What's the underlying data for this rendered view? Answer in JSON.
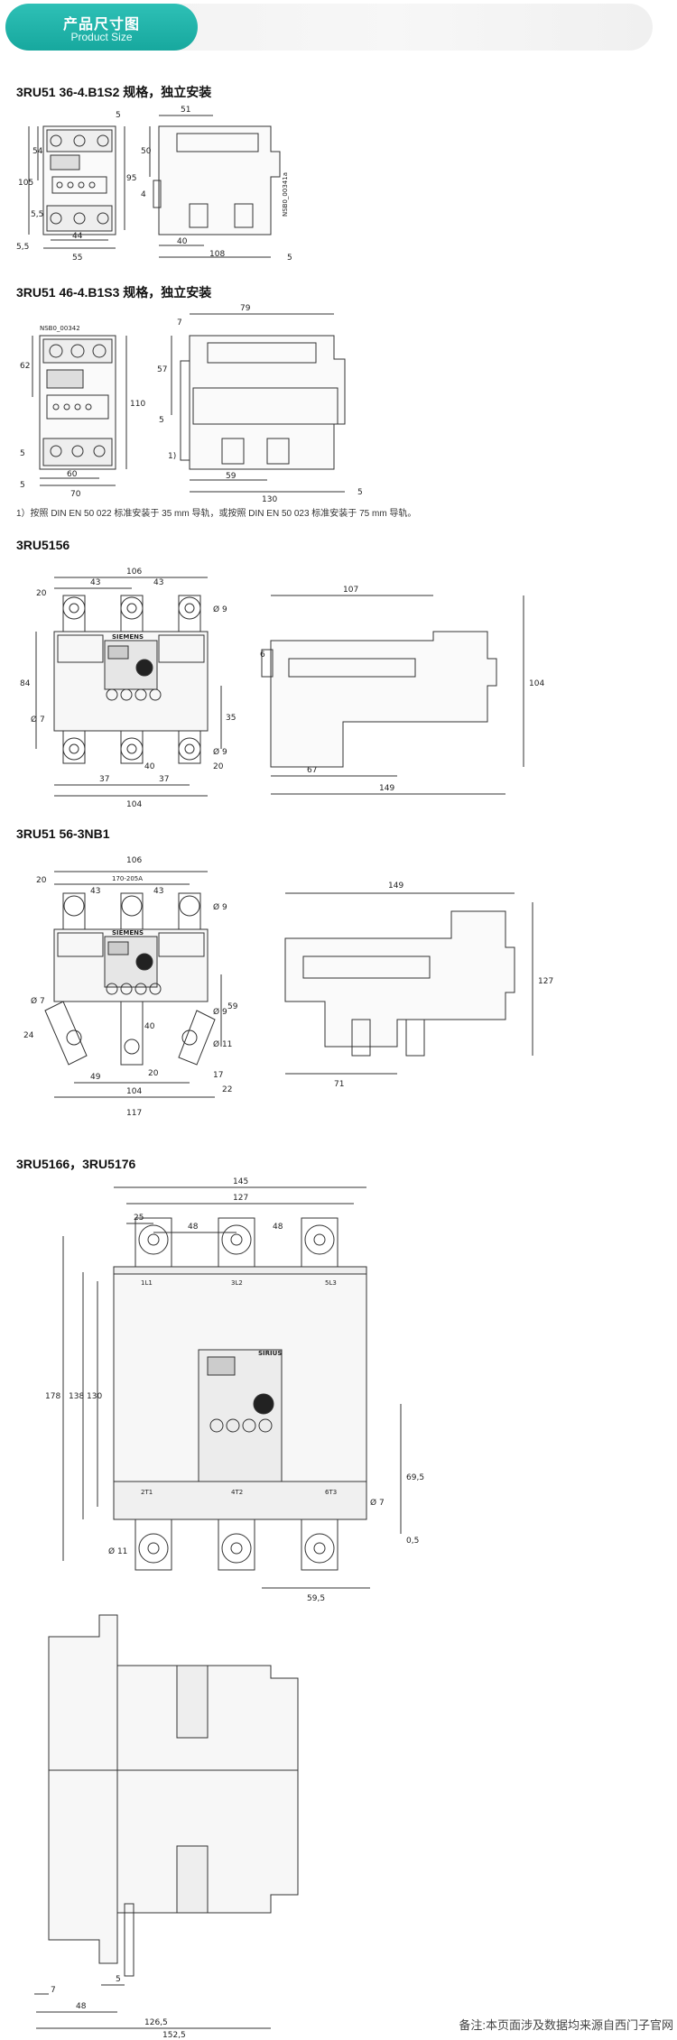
{
  "header": {
    "title_cn": "产品尺寸图",
    "title_en": "Product Size"
  },
  "sections": [
    {
      "title": "3RU51 36-4.B1S2 规格，独立安装"
    },
    {
      "title": "3RU51 46-4.B1S3 规格，独立安装"
    },
    {
      "title": "3RU5156"
    },
    {
      "title": "3RU51 56-3NB1"
    },
    {
      "title": "3RU5166，3RU5176"
    }
  ],
  "note": "1）按照 DIN EN 50 022 标准安装于 35 mm 导轨，或按照 DIN EN 50 023 标准安装于 75 mm 导轨。",
  "drawings": {
    "d1": {
      "code": "NSB0_00341a",
      "dims": [
        "5",
        "51",
        "54",
        "105",
        "95",
        "50",
        "4",
        "5,5",
        "5,5",
        "44",
        "55",
        "40",
        "108",
        "5"
      ]
    },
    "d2": {
      "code": "NSB0_00342",
      "dims": [
        "7",
        "79",
        "62",
        "57",
        "110",
        "5",
        "5",
        "5",
        "60",
        "70",
        "59",
        "130",
        "5",
        "1)"
      ]
    },
    "d3": {
      "brand": "SIEMENS",
      "dims": [
        "106",
        "43",
        "43",
        "20",
        "Ø 9",
        "84",
        "Ø 7",
        "35",
        "Ø 9",
        "20",
        "40",
        "37",
        "37",
        "104",
        "107",
        "6",
        "104",
        "67",
        "149"
      ]
    },
    "d4": {
      "brand": "SIEMENS",
      "dims": [
        "106",
        "170-205A",
        "43",
        "43",
        "20",
        "Ø 9",
        "Ø 7",
        "Ø 9",
        "59",
        "24",
        "Ø 11",
        "40",
        "20",
        "49",
        "104",
        "17",
        "22",
        "117",
        "149",
        "127",
        "71"
      ]
    },
    "d5": {
      "brand": "SIRIUS",
      "terminals_top": [
        "1L1",
        "3L2",
        "5L3"
      ],
      "terminals_bottom": [
        "2T1",
        "4T2",
        "6T3"
      ],
      "dims": [
        "145",
        "127",
        "25",
        "48",
        "48",
        "178",
        "138",
        "130",
        "69,5",
        "Ø 7",
        "Ø 11",
        "0,5",
        "59,5"
      ]
    },
    "d6": {
      "dims": [
        "7",
        "5",
        "48",
        "126,5",
        "152,5"
      ]
    }
  },
  "footer": "备注:本页面涉及数据均来源自西门子官网"
}
